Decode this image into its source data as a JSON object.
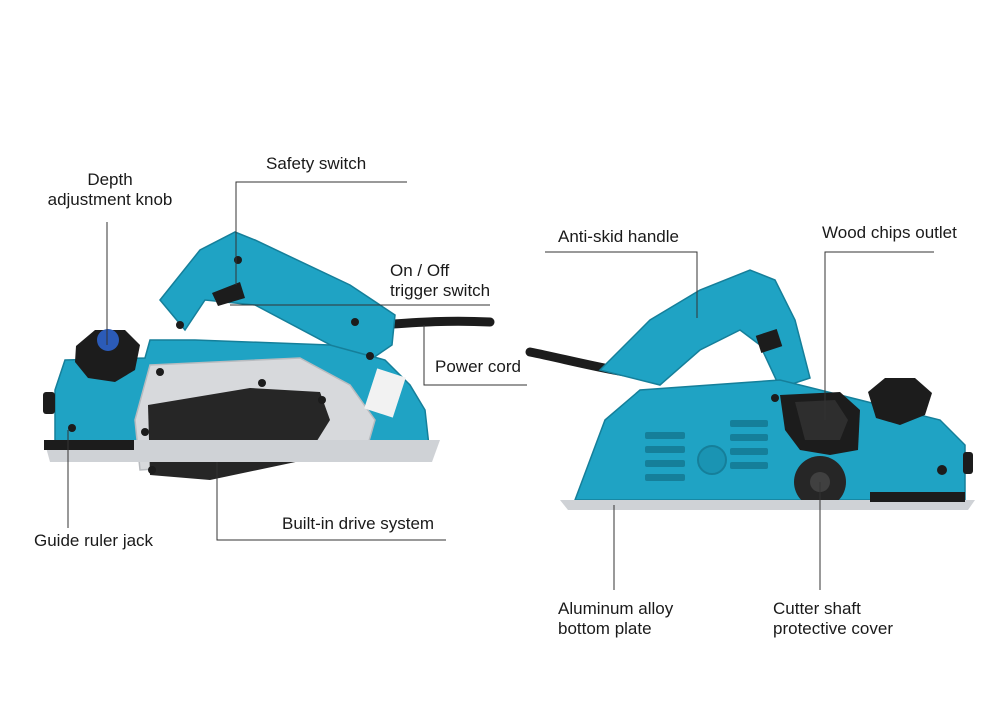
{
  "labels": {
    "depth_knob_line1": "Depth",
    "depth_knob_line2": "adjustment knob",
    "safety_switch": "Safety switch",
    "trigger_line1": "On / Off",
    "trigger_line2": "trigger switch",
    "power_cord": "Power cord",
    "drive_system": "Built-in drive system",
    "guide_ruler": "Guide ruler jack",
    "anti_skid": "Anti-skid handle",
    "wood_chips": "Wood chips outlet",
    "base_plate_line1": "Aluminum alloy",
    "base_plate_line2": "bottom plate",
    "cutter_cover_line1": "Cutter shaft",
    "cutter_cover_line2": "protective cover"
  },
  "colors": {
    "body": "#1fa3c4",
    "body_dark": "#157f9a",
    "black": "#1c1c1c",
    "silver": "#d7d9dc",
    "line": "#333333"
  }
}
